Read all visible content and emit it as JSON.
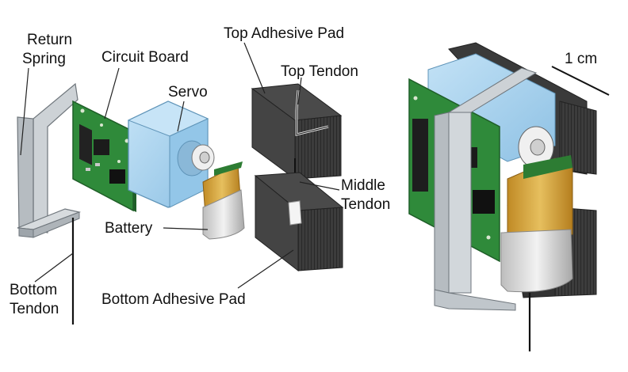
{
  "labels": {
    "return_spring_l1": "Return",
    "return_spring_l2": "Spring",
    "circuit_board": "Circuit Board",
    "servo": "Servo",
    "top_adhesive_pad": "Top Adhesive Pad",
    "top_tendon": "Top Tendon",
    "middle_tendon_l1": "Middle",
    "middle_tendon_l2": "Tendon",
    "battery": "Battery",
    "bottom_tendon_l1": "Bottom",
    "bottom_tendon_l2": "Tendon",
    "bottom_adhesive_pad": "Bottom Adhesive Pad",
    "scale_bar": "1 cm"
  },
  "colors": {
    "pcb_green": "#2f8a3a",
    "pcb_dark": "#1f5e28",
    "servo_blue": "#a9d4ef",
    "servo_edge": "#5f94b8",
    "spring_gray": "#c9ced3",
    "spring_edge": "#6f767c",
    "pad_dark": "#3a3a3a",
    "pad_face": "#555555",
    "battery_gold": "#d7a640",
    "battery_silver": "#e3e3e3"
  }
}
